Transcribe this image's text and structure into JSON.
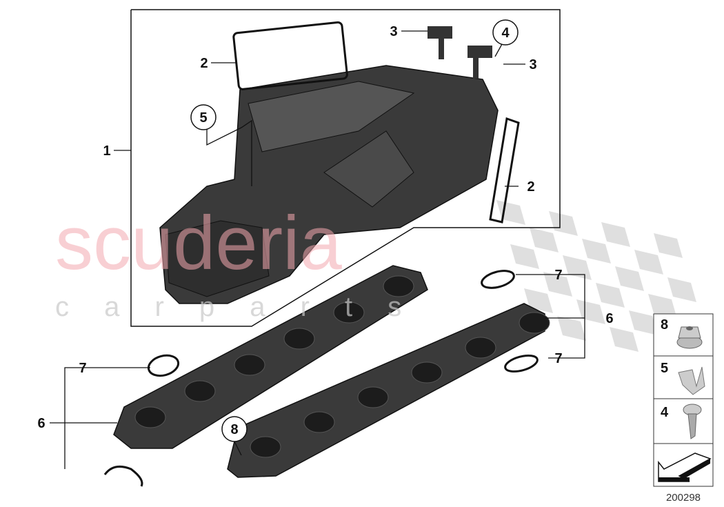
{
  "diagram": {
    "callouts": [
      {
        "id": "c1",
        "label": "1",
        "circled": false
      },
      {
        "id": "c2a",
        "label": "2",
        "circled": false
      },
      {
        "id": "c3a",
        "label": "3",
        "circled": false
      },
      {
        "id": "c4",
        "label": "4",
        "circled": true
      },
      {
        "id": "c3b",
        "label": "3",
        "circled": false
      },
      {
        "id": "c5",
        "label": "5",
        "circled": true
      },
      {
        "id": "c2b",
        "label": "2",
        "circled": false
      },
      {
        "id": "c7a",
        "label": "7",
        "circled": false
      },
      {
        "id": "c6a",
        "label": "6",
        "circled": false
      },
      {
        "id": "c7b",
        "label": "7",
        "circled": false
      },
      {
        "id": "c7c",
        "label": "7",
        "circled": false
      },
      {
        "id": "c6b",
        "label": "6",
        "circled": false
      },
      {
        "id": "c8",
        "label": "8",
        "circled": true
      }
    ],
    "legend": [
      {
        "label": "8",
        "icon": "flange-nut-icon"
      },
      {
        "label": "5",
        "icon": "clip-icon"
      },
      {
        "label": "4",
        "icon": "screw-icon"
      },
      {
        "label": "",
        "icon": "direction-arrow-icon"
      }
    ],
    "diagram_code": "200298",
    "watermark": {
      "brand": "scuderia",
      "sub": "c a r p a r t s",
      "flag_color": "#d0d0d0",
      "brand_color": "#f4c8cc"
    }
  }
}
